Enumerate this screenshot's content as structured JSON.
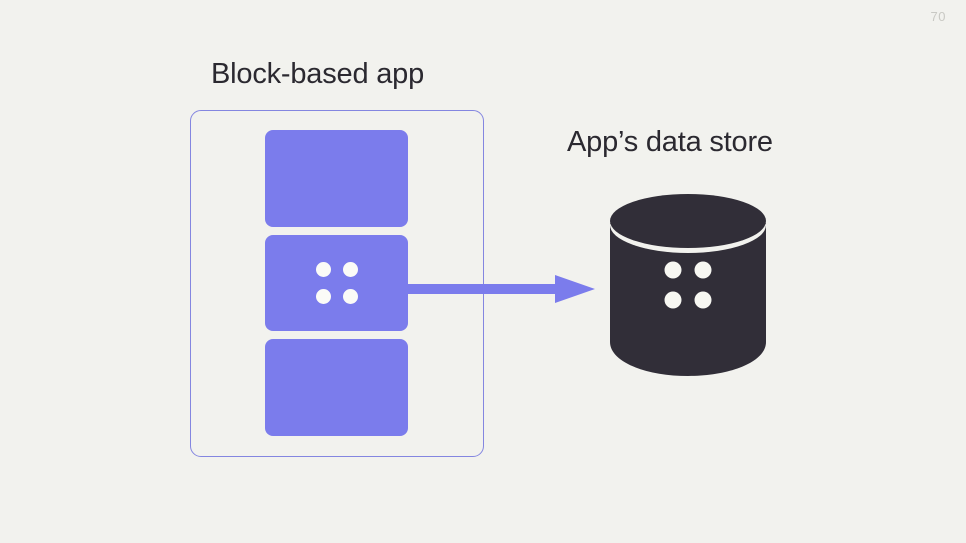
{
  "slide": {
    "background_color": "#f2f2ee",
    "page_number": "70"
  },
  "diagram": {
    "type": "flow",
    "accent_color": "#7b7cec",
    "border_color": "#8486e0",
    "dark_color": "#312e38",
    "text_color": "#2b2930",
    "nodes": [
      {
        "id": "block-based-app",
        "label": "Block-based app",
        "shape": "rounded-rect-container",
        "children": [
          {
            "id": "block-1",
            "shape": "rounded-rect",
            "filled": true,
            "dots": 0
          },
          {
            "id": "block-2",
            "shape": "rounded-rect",
            "filled": true,
            "dots": 4
          },
          {
            "id": "block-3",
            "shape": "rounded-rect",
            "filled": true,
            "dots": 0
          }
        ]
      },
      {
        "id": "app-data-store",
        "label": "App’s data store",
        "shape": "cylinder",
        "dots": 4
      }
    ],
    "edges": [
      {
        "id": "block-to-store",
        "from": "block-2",
        "to": "app-data-store",
        "style": "solid",
        "arrowhead": "triangle",
        "color": "#7b7cec"
      }
    ]
  }
}
